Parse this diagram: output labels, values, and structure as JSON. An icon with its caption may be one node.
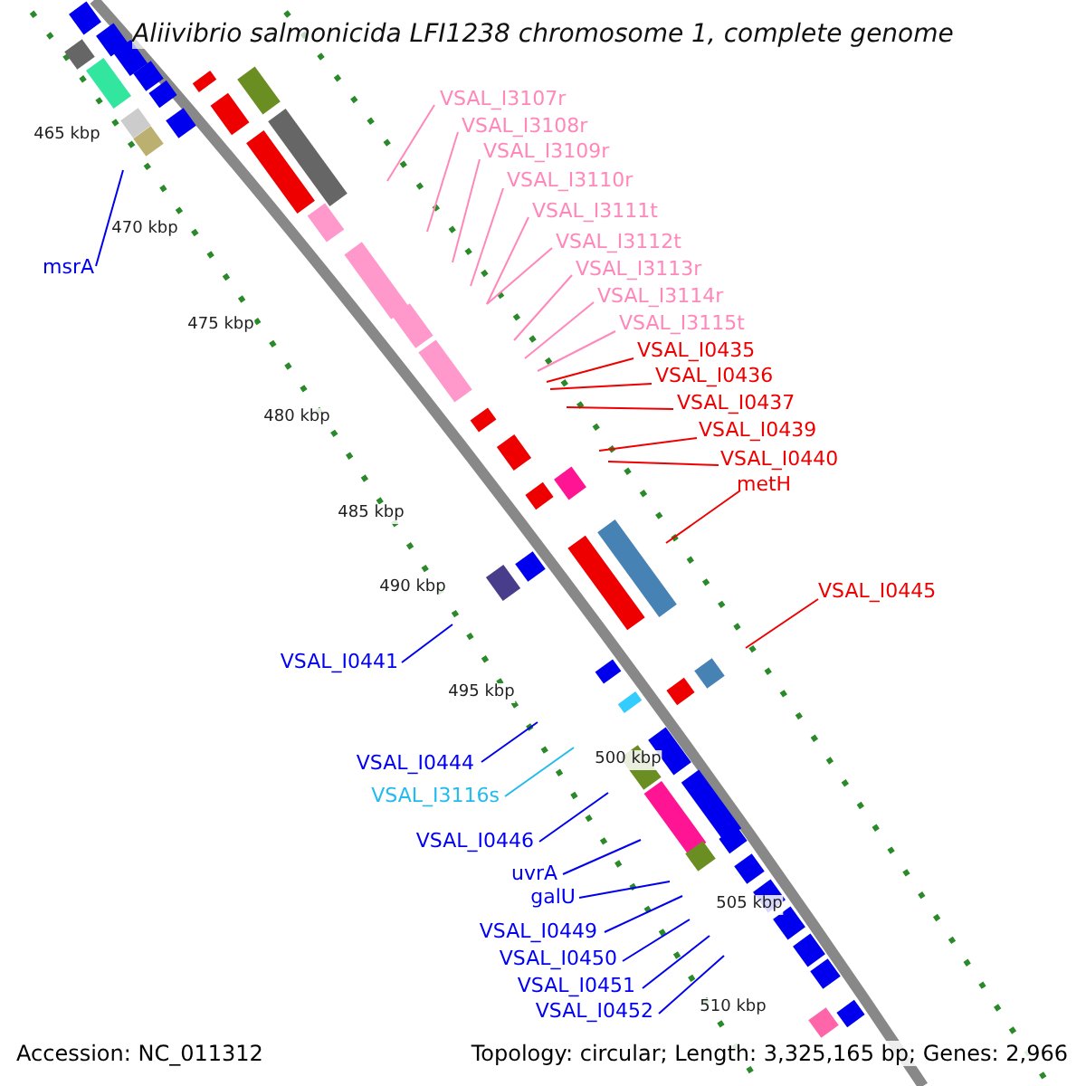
{
  "diagram": {
    "title": "Aliivibrio salmonicida LFI1238 chromosome 1, complete genome",
    "nodes": [
      {
        "text": [
          "VSAL_I3107r"
        ]
      },
      {
        "text": [
          "VSAL_I3108r"
        ]
      },
      {
        "text": [
          "VSAL_I3109r"
        ]
      },
      {
        "text": [
          "VSAL_I3110r"
        ]
      },
      {
        "text": [
          "VSAL_I3111t"
        ]
      },
      {
        "text": [
          "VSAL_I3112t"
        ]
      },
      {
        "text": [
          "msrA"
        ]
      },
      {
        "text": [
          "VSAL_I3113r"
        ]
      },
      {
        "text": [
          "VSAL_I3114r"
        ]
      },
      {
        "text": [
          "VSAL_I3115t"
        ]
      },
      {
        "text": [
          "VSAL_I0435"
        ]
      },
      {
        "text": [
          "VSAL_I0436"
        ]
      },
      {
        "text": [
          "VSAL_I0437"
        ]
      },
      {
        "text": [
          "VSAL_I0439"
        ]
      },
      {
        "text": [
          "VSAL_I0440"
        ]
      },
      {
        "text": [
          "metH"
        ]
      },
      {
        "text": [
          "VSAL_I0445"
        ]
      },
      {
        "text": [
          "VSAL_I0441"
        ]
      },
      {
        "text": [
          "VSAL_I0444"
        ]
      },
      {
        "text": [
          "VSAL_I3116s"
        ]
      },
      {
        "text": [
          "VSAL_I0446"
        ]
      },
      {
        "text": [
          "uvrA"
        ]
      },
      {
        "text": [
          "galU"
        ]
      },
      {
        "text": [
          "VSAL_I0449"
        ]
      },
      {
        "text": [
          "VSAL_I0450"
        ]
      },
      {
        "text": [
          "VSAL_I0451"
        ]
      },
      {
        "text": [
          "VSAL_I0452"
        ]
      }
    ],
    "edges": [
      {
        "from": 0,
        "to": null,
        "arrow": "none",
        "color": "#ff88bb"
      },
      {
        "from": 1,
        "to": null,
        "arrow": "none",
        "color": "#ff88bb"
      },
      {
        "from": 2,
        "to": null,
        "arrow": "none",
        "color": "#ff88bb"
      },
      {
        "from": 3,
        "to": null,
        "arrow": "none",
        "color": "#ff88bb"
      },
      {
        "from": 4,
        "to": null,
        "arrow": "none",
        "color": "#ff88bb"
      },
      {
        "from": 5,
        "to": null,
        "arrow": "none",
        "color": "#ff88bb"
      },
      {
        "from": 6,
        "to": null,
        "arrow": "none"
      },
      {
        "from": 7,
        "to": null,
        "arrow": "none",
        "color": "#ff88bb"
      },
      {
        "from": 8,
        "to": null,
        "arrow": "none",
        "color": "#ff88bb"
      },
      {
        "from": 9,
        "to": null,
        "arrow": "none",
        "color": "#ff88bb"
      },
      {
        "from": 10,
        "to": null,
        "arrow": "none",
        "color": "#ee0000"
      },
      {
        "from": 11,
        "to": null,
        "arrow": "none",
        "color": "#ee0000"
      },
      {
        "from": 12,
        "to": null,
        "arrow": "none",
        "color": "#ee0000"
      },
      {
        "from": 13,
        "to": null,
        "arrow": "none",
        "color": "#ee0000"
      },
      {
        "from": 14,
        "to": null,
        "arrow": "none",
        "color": "#ee0000"
      },
      {
        "from": 15,
        "to": null,
        "arrow": "none",
        "color": "#ee0000"
      },
      {
        "from": 16,
        "to": null,
        "arrow": "none",
        "color": "#ee0000"
      },
      {
        "from": 17,
        "to": null,
        "arrow": "none"
      },
      {
        "from": 18,
        "to": null,
        "arrow": "none"
      },
      {
        "from": 19,
        "to": null,
        "arrow": "none",
        "color": "#22bbee"
      },
      {
        "from": 20,
        "to": null,
        "arrow": "none"
      },
      {
        "from": 21,
        "to": null,
        "arrow": "none"
      },
      {
        "from": 22,
        "to": null,
        "arrow": "none"
      },
      {
        "from": 23,
        "to": null,
        "arrow": "none"
      },
      {
        "from": 24,
        "to": null,
        "arrow": "none"
      },
      {
        "from": 25,
        "to": null,
        "arrow": "none"
      },
      {
        "from": 26,
        "to": null,
        "arrow": "none"
      }
    ],
    "labels": [
      "465 kbp",
      "470 kbp",
      "475 kbp",
      "480 kbp",
      "485 kbp",
      "490 kbp",
      "495 kbp",
      "500 kbp",
      "505 kbp",
      "510 kbp",
      "Accession: NC_011312",
      "Topology: circular; Length: 3,325,165 bp; Genes: 2,966"
    ]
  }
}
